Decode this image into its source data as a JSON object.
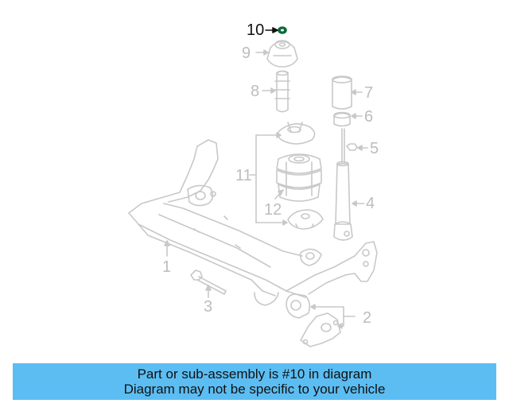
{
  "diagram": {
    "highlight_color": "#0a6b3a",
    "part_color": "#c8c8c8",
    "callouts": [
      {
        "id": "c1",
        "label": "1"
      },
      {
        "id": "c2",
        "label": "2"
      },
      {
        "id": "c3",
        "label": "3"
      },
      {
        "id": "c4",
        "label": "4"
      },
      {
        "id": "c5",
        "label": "5"
      },
      {
        "id": "c6",
        "label": "6"
      },
      {
        "id": "c7",
        "label": "7"
      },
      {
        "id": "c8",
        "label": "8"
      },
      {
        "id": "c9",
        "label": "9"
      },
      {
        "id": "c10",
        "label": "10",
        "highlighted": true
      },
      {
        "id": "c11",
        "label": "11"
      },
      {
        "id": "c12",
        "label": "12"
      }
    ]
  },
  "banner": {
    "background": "#5cbdf2",
    "line1": "Part or sub-assembly is #10 in diagram",
    "line2": "Diagram may not be specific to your vehicle"
  }
}
